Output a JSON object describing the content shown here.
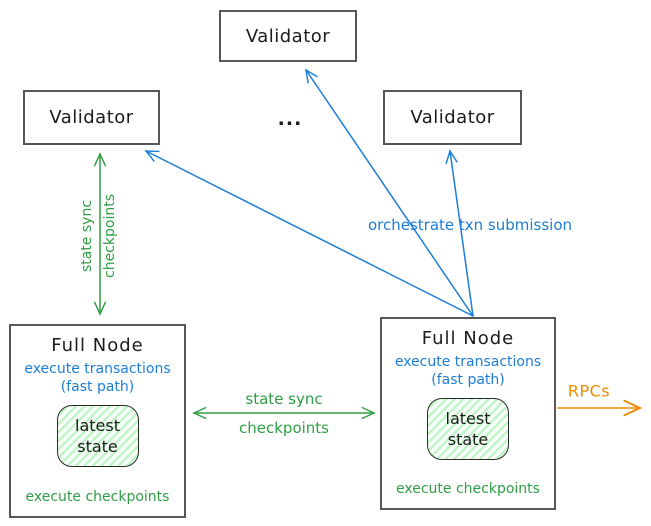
{
  "diagram": {
    "validators": [
      {
        "label": "Validator"
      },
      {
        "label": "Validator"
      },
      {
        "label": "Validator"
      }
    ],
    "ellipsis": "...",
    "full_nodes": [
      {
        "title": "Full Node",
        "exec_line": "execute transactions",
        "fast_path": "(fast path)",
        "state_line1": "latest",
        "state_line2": "state",
        "footer": "execute checkpoints"
      },
      {
        "title": "Full Node",
        "exec_line": "execute transactions",
        "fast_path": "(fast path)",
        "state_line1": "latest",
        "state_line2": "state",
        "footer": "execute checkpoints"
      }
    ],
    "arrow_labels": {
      "vertical_line1": "state sync",
      "vertical_line2": "checkpoints",
      "horizontal_line1": "state sync",
      "horizontal_line2": "checkpoints",
      "orchestrate": "orchestrate txn submission",
      "rpcs": "RPCs"
    },
    "colors": {
      "green": "#2f9e44",
      "blue": "#1c7ed6",
      "orange": "#f08c00",
      "box_border": "#54575b",
      "text": "#1b1b1b",
      "state_fill": "#b2f2bb"
    }
  }
}
